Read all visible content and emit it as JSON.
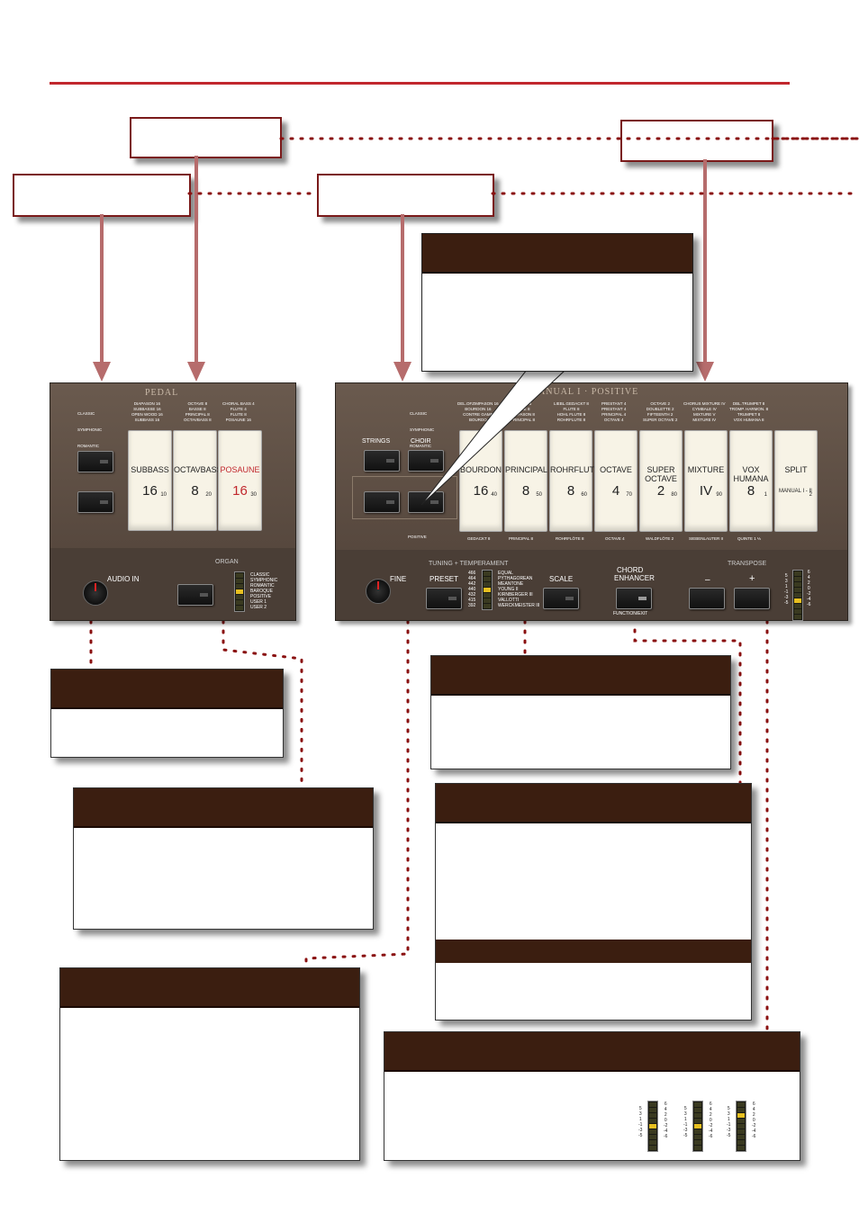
{
  "pedal_panel": {
    "title": "PEDAL",
    "styles": [
      "CLASSIC",
      "SYMPHONIC",
      "ROMANTIC",
      "BAROQUE"
    ],
    "tab_names": "DIAPASON 16\nSUBBASSE 16\nOPEN WOOD 16\nSUBBASS 16",
    "tab_names2": "OCTAVE 8\nBASSE 8\nPRINCIPAL 8\nOCTAVBASS 8",
    "tab_names3": "CHORAL BASS 4\nFLUTE 4\nFLUTE 8\nPOSAUNE 16",
    "tablets": [
      {
        "name": "SUBBASS",
        "feet": "16",
        "sub": "10"
      },
      {
        "name": "OCTAVBASS",
        "feet": "8",
        "sub": "20"
      },
      {
        "name": "POSAUNE",
        "feet": "16",
        "sub": "30"
      }
    ],
    "audio_in": "AUDIO IN",
    "organ": "ORGAN",
    "organ_styles": "CLASSIC\nSYMPHONIC\nROMANTIC\nBAROQUE\nPOSITIVE\nUSER 1\nUSER 2"
  },
  "manual_panel": {
    "title": "ANUAL I · POSITIVE",
    "styles": [
      "CLASSIC",
      "SYMPHONIC",
      "ROMANTIC",
      "BAROQUE"
    ],
    "strings": "STRINGS",
    "choir": "CHOIR",
    "positive": "POSITIVE",
    "tablets": [
      {
        "name": "BOURDON",
        "feet": "16",
        "sub": "40",
        "top": "DEL.OFZIMPASON 16\nBOURDON 16\nCONTRE GAMB\nBOURDO",
        "bottom": "GEDACKT 8"
      },
      {
        "name": "PRINCIPAL",
        "feet": "8",
        "sub": "50",
        "top": "PASON 8\nNTRE 8\nDIAPASON 8\nPRINCIPAL 8",
        "bottom": "PRINCIPAL 8"
      },
      {
        "name": "ROHRFLUTE",
        "feet": "8",
        "sub": "60",
        "top": "LIEBL.GEDACKT 8\nFLUTE 8\nHOHL FLUTE 8\nROHRFLUTE 8",
        "bottom": "ROHRFLÖTE 8"
      },
      {
        "name": "OCTAVE",
        "feet": "4",
        "sub": "70",
        "top": "PRESTANT 4\nPRESTANT 4\nPRINCIPAL 4\nOCTAVE 4",
        "bottom": "OCTAVE 4"
      },
      {
        "name": "SUPER\nOCTAVE",
        "feet": "2",
        "sub": "80",
        "top": "OCTAVE 2\nDOUBLETTE 2\nFIFTEENTH 2\nSUPER OCTAVE 2",
        "bottom": "WALDFLÖTE 2"
      },
      {
        "name": "MIXTURE",
        "feet": "IV",
        "sub": "90",
        "top": "CHORUS MIXTURE IV\nCYMBALE IV\nMIXTURE V\nMIXTURE IV",
        "bottom": "SIEBENLAUTER II"
      },
      {
        "name": "VOX\nHUMANA",
        "feet": "8",
        "sub": "1",
        "top": "DBL.TRUMPET 8\nTROMP. HARMON. 8\nTRUMPET 8\nVOX HUMANA 8",
        "bottom": "QUINTE 1 ⅓"
      },
      {
        "name": "SPLIT",
        "feet": "MANUAL I - II",
        "sub": "2",
        "top": "",
        "bottom": ""
      }
    ],
    "tuning": "TUNING + TEMPERAMENT",
    "fine": "FINE",
    "preset": "PRESET",
    "scale": "SCALE",
    "hz": "466\n464\n442\n440\n432\n415\n392",
    "temperaments": "EQUAL\nPYTHAGOREAN\nMEANTONE\nYOUNG II\nKIRNBERGER III\nVALLOTTI\nWERCKMEISTER III",
    "chord": "CHORD",
    "enhancer": "ENHANCER",
    "function_exit": "FUNCTION/EXIT",
    "transpose": "TRANSPOSE",
    "minus": "–",
    "plus": "+",
    "tr_left": "5\n3\n1\n-1\n-3\n-5",
    "tr_right": "6\n4\n2\n0\n-2\n-4\n-6"
  },
  "transpose_box": {
    "left": "5\n3\n1\n-1\n-3\n-5",
    "right": "6\n4\n2\n0\n-2\n-4\n-6"
  },
  "colors": {
    "accent": "#c1272d",
    "header": "#3b1e10",
    "panel": "#5a4a40"
  }
}
